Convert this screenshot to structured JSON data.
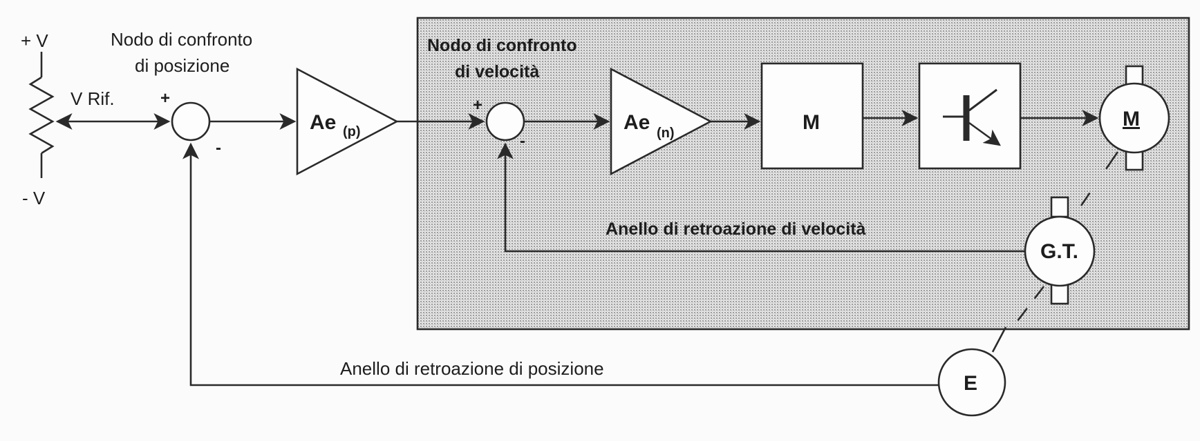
{
  "potentiometer": {
    "top": "+ V",
    "bottom": "- V",
    "ref": "V Rif."
  },
  "position_node": {
    "line1": "Nodo di confronto",
    "line2": "di posizione",
    "plus": "+",
    "minus": "-"
  },
  "speed_node": {
    "line1": "Nodo di confronto",
    "line2": "di velocità",
    "plus": "+",
    "minus": "-"
  },
  "amp_position": {
    "main": "Ae",
    "sub": "(p)"
  },
  "amp_speed": {
    "main": "Ae",
    "sub": "(n)"
  },
  "modulator": {
    "label": "M"
  },
  "motor": {
    "label": "M"
  },
  "tachogenerator": {
    "label": "G.T."
  },
  "encoder": {
    "label": "E"
  },
  "speed_loop": {
    "label": "Anello di retroazione di velocità"
  },
  "position_loop": {
    "label": "Anello di retroazione di posizione"
  },
  "colors": {
    "ink": "#2a2a2a",
    "panel": "#cfcfcf",
    "paper": "#fbfbfb"
  }
}
